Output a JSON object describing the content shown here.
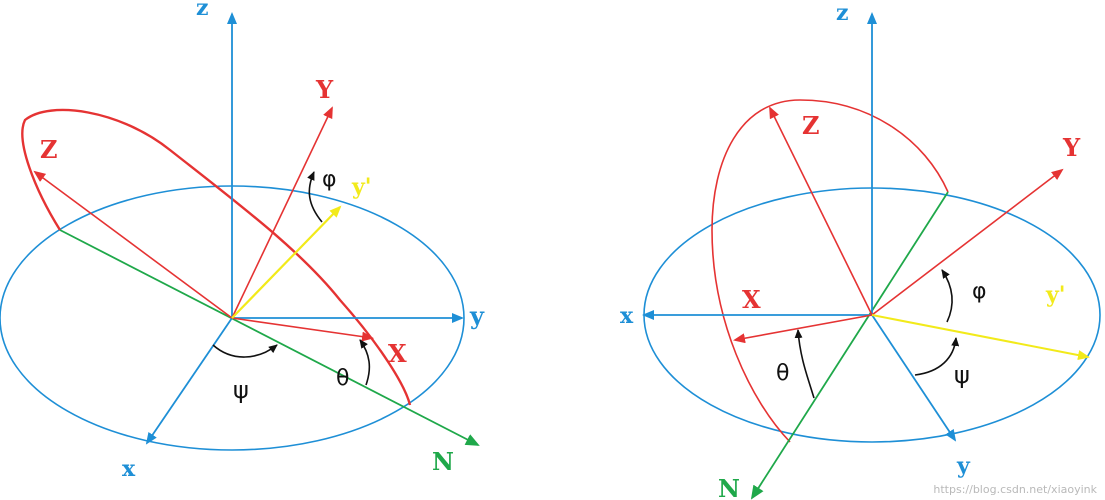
{
  "colors": {
    "blue": "#1e8fd6",
    "red": "#e53333",
    "green": "#1fa84a",
    "yellow": "#f2ea1a",
    "black": "#111111"
  },
  "left_diagram": {
    "labels": {
      "z": "z",
      "y": "y",
      "x": "x",
      "Z": "Z",
      "Y": "Y",
      "X": "X",
      "N": "N",
      "y_prime": "y'",
      "phi": "φ",
      "theta": "θ",
      "psi": "ψ"
    }
  },
  "right_diagram": {
    "labels": {
      "z": "z",
      "y": "y",
      "x": "x",
      "Z": "Z",
      "Y": "Y",
      "X": "X",
      "N": "N",
      "y_prime": "y'",
      "phi": "φ",
      "theta": "θ",
      "psi": "ψ"
    }
  },
  "watermark": "https://blog.csdn.net/xiaoyink"
}
